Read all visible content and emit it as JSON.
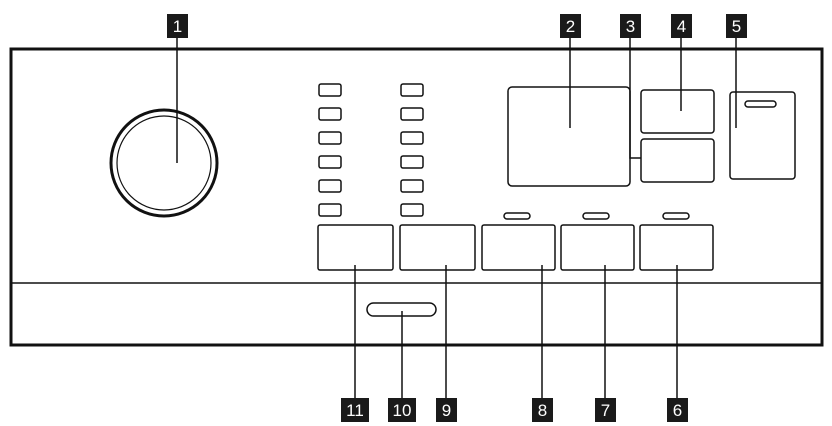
{
  "diagram": {
    "type": "control-panel-callout-diagram",
    "callouts": [
      {
        "number": "1",
        "target": "program-selector-knob"
      },
      {
        "number": "2",
        "target": "display-large"
      },
      {
        "number": "3",
        "target": "display-small-lower"
      },
      {
        "number": "4",
        "target": "display-small-upper"
      },
      {
        "number": "5",
        "target": "on-off-button"
      },
      {
        "number": "6",
        "target": "button-6"
      },
      {
        "number": "7",
        "target": "button-7"
      },
      {
        "number": "8",
        "target": "button-8"
      },
      {
        "number": "9",
        "target": "button-9"
      },
      {
        "number": "10",
        "target": "detergent-drawer-handle"
      },
      {
        "number": "11",
        "target": "button-11"
      }
    ],
    "indicator_columns": 2,
    "indicators_per_column": 6,
    "colors": {
      "line": "#111111",
      "label_bg": "#1a1a1a",
      "label_text": "#ffffff",
      "panel_bg": "#ffffff"
    }
  }
}
